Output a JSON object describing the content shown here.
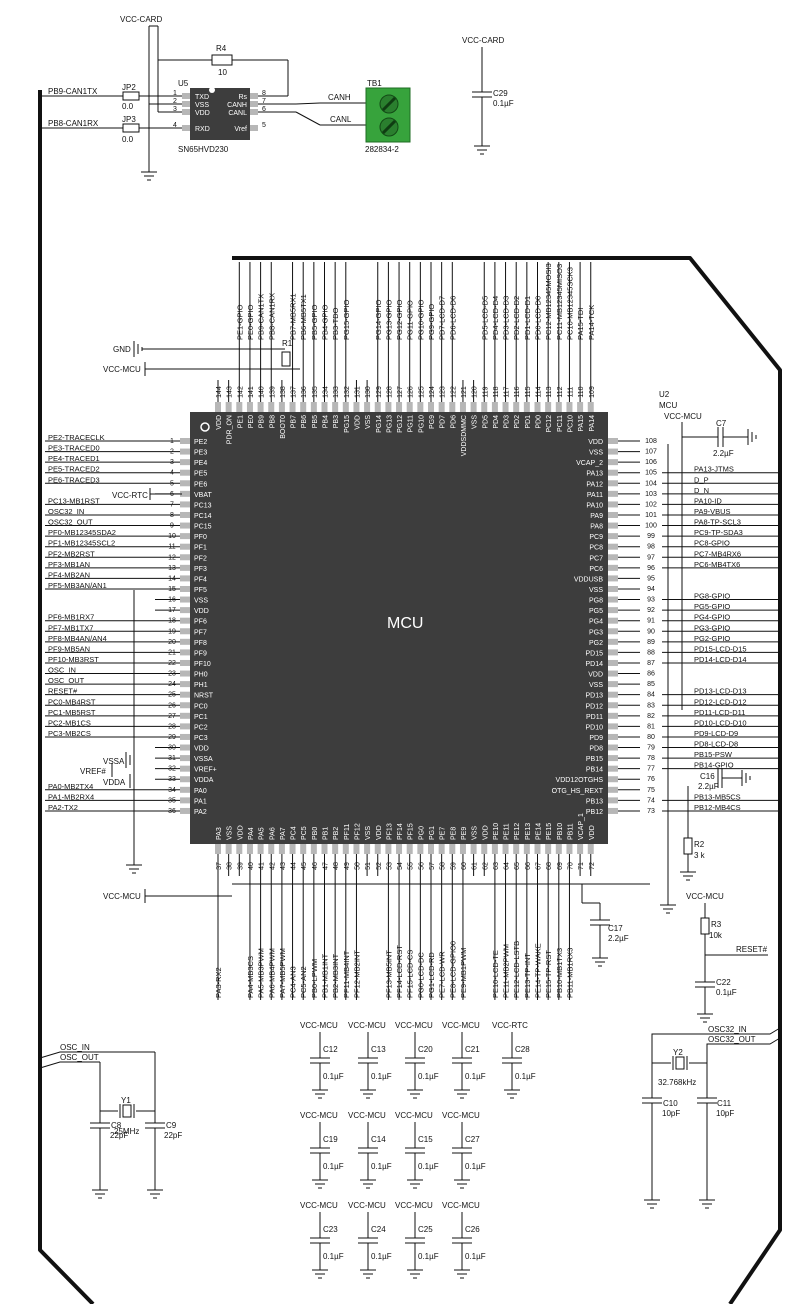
{
  "can": {
    "vcc_card": "VCC-CARD",
    "r4": {
      "name": "R4",
      "value": "10"
    },
    "u5": {
      "name": "U5",
      "part": "SN65HVD230",
      "left_pins": [
        {
          "num": "1",
          "name": "TXD"
        },
        {
          "num": "2",
          "name": "VSS"
        },
        {
          "num": "3",
          "name": "VDD"
        },
        {
          "num": "4",
          "name": "RXD"
        }
      ],
      "right_pins": [
        {
          "num": "8",
          "name": "Rs"
        },
        {
          "num": "7",
          "name": "CANH"
        },
        {
          "num": "6",
          "name": "CANL"
        },
        {
          "num": "5",
          "name": "Vref"
        }
      ]
    },
    "jp2": {
      "name": "JP2",
      "value": "0.0"
    },
    "jp3": {
      "name": "JP3",
      "value": "0.0"
    },
    "net_tx": "PB9-CAN1TX",
    "net_rx": "PB8-CAN1RX",
    "canh": "CANH",
    "canl": "CANL",
    "tb1": {
      "name": "TB1",
      "part": "282834-2"
    },
    "c29": {
      "supply": "VCC-CARD",
      "name": "C29",
      "value": "0.1µF"
    }
  },
  "mcu": {
    "label": "MCU",
    "supply": "VCC-MCU",
    "gnd": "GND",
    "vcc_rtc": "VCC-RTC",
    "vssa": "VSSA",
    "vref": "VREF#",
    "vdda": "VDDA",
    "r1": "R1",
    "u2": {
      "name": "U2",
      "type": "MCU",
      "supply": "VCC-MCU"
    },
    "c7": {
      "name": "C7",
      "value": "2.2µF"
    },
    "c16": {
      "name": "C16",
      "value": "2.2µF"
    },
    "c17": {
      "name": "C17",
      "value": "2.2µF"
    },
    "r2": {
      "name": "R2",
      "value": "3 k"
    },
    "r3": {
      "name": "R3",
      "value": "10k",
      "supply": "VCC-MCU"
    },
    "reset_net": "RESET#",
    "c22": {
      "name": "C22",
      "value": "0.1µF"
    },
    "left_pins": [
      {
        "num": "1",
        "name": "PE2",
        "net": "PE2-TRACECLK"
      },
      {
        "num": "2",
        "name": "PE3",
        "net": "PE3-TRACED0"
      },
      {
        "num": "3",
        "name": "PE4",
        "net": "PE4-TRACED1"
      },
      {
        "num": "4",
        "name": "PE5",
        "net": "PE5-TRACED2"
      },
      {
        "num": "5",
        "name": "PE6",
        "net": "PE6-TRACED3"
      },
      {
        "num": "6",
        "name": "VBAT",
        "net": ""
      },
      {
        "num": "7",
        "name": "PC13",
        "net": "PC13-MB1RST"
      },
      {
        "num": "8",
        "name": "PC14",
        "net": "OSC32_IN"
      },
      {
        "num": "9",
        "name": "PC15",
        "net": "OSC32_OUT"
      },
      {
        "num": "10",
        "name": "PF0",
        "net": "PF0-MB12345SDA2"
      },
      {
        "num": "11",
        "name": "PF1",
        "net": "PF1-MB12345SCL2"
      },
      {
        "num": "12",
        "name": "PF2",
        "net": "PF2-MB2RST"
      },
      {
        "num": "13",
        "name": "PF3",
        "net": "PF3-MB1AN"
      },
      {
        "num": "14",
        "name": "PF4",
        "net": "PF4-MB2AN"
      },
      {
        "num": "15",
        "name": "PF5",
        "net": "PF5-MB3AN/AN1"
      },
      {
        "num": "16",
        "name": "VSS",
        "net": ""
      },
      {
        "num": "17",
        "name": "VDD",
        "net": ""
      },
      {
        "num": "18",
        "name": "PF6",
        "net": "PF6-MB1RX7"
      },
      {
        "num": "19",
        "name": "PF7",
        "net": "PF7-MB1TX7"
      },
      {
        "num": "20",
        "name": "PF8",
        "net": "PF8-MB4AN/AN4"
      },
      {
        "num": "21",
        "name": "PF9",
        "net": "PF9-MB5AN"
      },
      {
        "num": "22",
        "name": "PF10",
        "net": "PF10-MB3RST"
      },
      {
        "num": "23",
        "name": "PH0",
        "net": "OSC_IN"
      },
      {
        "num": "24",
        "name": "PH1",
        "net": "OSC_OUT"
      },
      {
        "num": "25",
        "name": "NRST",
        "net": "RESET#"
      },
      {
        "num": "26",
        "name": "PC0",
        "net": "PC0-MB4RST"
      },
      {
        "num": "27",
        "name": "PC1",
        "net": "PC1-MB5RST"
      },
      {
        "num": "28",
        "name": "PC2",
        "net": "PC2-MB1CS"
      },
      {
        "num": "29",
        "name": "PC3",
        "net": "PC3-MB2CS"
      },
      {
        "num": "30",
        "name": "VDD",
        "net": ""
      },
      {
        "num": "31",
        "name": "VSSA",
        "net": ""
      },
      {
        "num": "32",
        "name": "VREF+",
        "net": ""
      },
      {
        "num": "33",
        "name": "VDDA",
        "net": ""
      },
      {
        "num": "34",
        "name": "PA0",
        "net": "PA0-MB2TX4"
      },
      {
        "num": "35",
        "name": "PA1",
        "net": "PA1-MB2RX4"
      },
      {
        "num": "36",
        "name": "PA2",
        "net": "PA2-TX2"
      }
    ],
    "right_pins": [
      {
        "num": "108",
        "name": "VDD",
        "net": ""
      },
      {
        "num": "107",
        "name": "VSS",
        "net": ""
      },
      {
        "num": "106",
        "name": "VCAP_2",
        "net": ""
      },
      {
        "num": "105",
        "name": "PA13",
        "net": "PA13-JTMS"
      },
      {
        "num": "104",
        "name": "PA12",
        "net": "D_P"
      },
      {
        "num": "103",
        "name": "PA11",
        "net": "D_N"
      },
      {
        "num": "102",
        "name": "PA10",
        "net": "PA10-ID"
      },
      {
        "num": "101",
        "name": "PA9",
        "net": "PA9-VBUS"
      },
      {
        "num": "100",
        "name": "PA8",
        "net": "PA8-TP-SCL3"
      },
      {
        "num": "99",
        "name": "PC9",
        "net": "PC9-TP-SDA3"
      },
      {
        "num": "98",
        "name": "PC8",
        "net": "PC8-GPIO"
      },
      {
        "num": "97",
        "name": "PC7",
        "net": "PC7-MB4RX6"
      },
      {
        "num": "96",
        "name": "PC6",
        "net": "PC6-MB4TX6"
      },
      {
        "num": "95",
        "name": "VDDUSB",
        "net": ""
      },
      {
        "num": "94",
        "name": "VSS",
        "net": ""
      },
      {
        "num": "93",
        "name": "PG8",
        "net": "PG8-GPIO"
      },
      {
        "num": "92",
        "name": "PG5",
        "net": "PG5-GPIO"
      },
      {
        "num": "91",
        "name": "PG4",
        "net": "PG4-GPIO"
      },
      {
        "num": "90",
        "name": "PG3",
        "net": "PG3-GPIO"
      },
      {
        "num": "89",
        "name": "PG2",
        "net": "PG2-GPIO"
      },
      {
        "num": "88",
        "name": "PD15",
        "net": "PD15-LCD-D15"
      },
      {
        "num": "87",
        "name": "PD14",
        "net": "PD14-LCD-D14"
      },
      {
        "num": "86",
        "name": "VDD",
        "net": ""
      },
      {
        "num": "85",
        "name": "VSS",
        "net": ""
      },
      {
        "num": "84",
        "name": "PD13",
        "net": "PD13-LCD-D13"
      },
      {
        "num": "83",
        "name": "PD12",
        "net": "PD12-LCD-D12"
      },
      {
        "num": "82",
        "name": "PD11",
        "net": "PD11-LCD-D11"
      },
      {
        "num": "81",
        "name": "PD10",
        "net": "PD10-LCD-D10"
      },
      {
        "num": "80",
        "name": "PD9",
        "net": "PD9-LCD-D9"
      },
      {
        "num": "79",
        "name": "PD8",
        "net": "PD8-LCD-D8"
      },
      {
        "num": "78",
        "name": "PB15",
        "net": "PB15-PSW"
      },
      {
        "num": "77",
        "name": "PB14",
        "net": "PB14-GPIO"
      },
      {
        "num": "76",
        "name": "VDD12OTGHS",
        "net": ""
      },
      {
        "num": "75",
        "name": "OTG_HS_REXT",
        "net": ""
      },
      {
        "num": "74",
        "name": "PB13",
        "net": "PB13-MB5CS"
      },
      {
        "num": "73",
        "name": "PB12",
        "net": "PB12-MB4CS"
      }
    ],
    "top_pins": [
      {
        "num": "144",
        "name": "VDD",
        "net": ""
      },
      {
        "num": "143",
        "name": "PDR_ON",
        "net": ""
      },
      {
        "num": "142",
        "name": "PE1",
        "net": "PE1-GPIO"
      },
      {
        "num": "141",
        "name": "PE0",
        "net": "PE0-GPIO"
      },
      {
        "num": "140",
        "name": "PB9",
        "net": "PB9-CAN1TX"
      },
      {
        "num": "139",
        "name": "PB8",
        "net": "PB8-CAN1RX"
      },
      {
        "num": "138",
        "name": "BOOT0",
        "net": ""
      },
      {
        "num": "137",
        "name": "PB7",
        "net": "PB7-MB5RX1"
      },
      {
        "num": "136",
        "name": "PB6",
        "net": "PB6-MB5TX1"
      },
      {
        "num": "135",
        "name": "PB5",
        "net": "PB5-GPIO"
      },
      {
        "num": "134",
        "name": "PB4",
        "net": "PB4-GPIO"
      },
      {
        "num": "133",
        "name": "PB3",
        "net": "PB3-TDO"
      },
      {
        "num": "132",
        "name": "PG15",
        "net": "PG15-GPIO"
      },
      {
        "num": "131",
        "name": "VDD",
        "net": ""
      },
      {
        "num": "130",
        "name": "VSS",
        "net": ""
      },
      {
        "num": "129",
        "name": "PG14",
        "net": "PG14-GPIO"
      },
      {
        "num": "128",
        "name": "PG13",
        "net": "PG13-GPIO"
      },
      {
        "num": "127",
        "name": "PG12",
        "net": "PG12-GPIO"
      },
      {
        "num": "126",
        "name": "PG11",
        "net": "PG11-GPIO"
      },
      {
        "num": "125",
        "name": "PG10",
        "net": "PG10-GPIO"
      },
      {
        "num": "124",
        "name": "PG9",
        "net": "PG9-GPIO"
      },
      {
        "num": "123",
        "name": "PD7",
        "net": "PD7-LCD-D7"
      },
      {
        "num": "122",
        "name": "PD6",
        "net": "PD6-LCD-D6"
      },
      {
        "num": "121",
        "name": "VDDSDMMC",
        "net": ""
      },
      {
        "num": "120",
        "name": "VSS",
        "net": ""
      },
      {
        "num": "119",
        "name": "PD5",
        "net": "PD5-LCD-D5"
      },
      {
        "num": "118",
        "name": "PD4",
        "net": "PD4-LCD-D4"
      },
      {
        "num": "117",
        "name": "PD3",
        "net": "PD3-LCD-D3"
      },
      {
        "num": "116",
        "name": "PD2",
        "net": "PD2-LCD-D2"
      },
      {
        "num": "115",
        "name": "PD1",
        "net": "PD1-LCD-D1"
      },
      {
        "num": "114",
        "name": "PD0",
        "net": "PD0-LCD-D0"
      },
      {
        "num": "113",
        "name": "PC12",
        "net": "PC12-MB12345MOSI3"
      },
      {
        "num": "112",
        "name": "PC11",
        "net": "PC11-MB12345MISO3"
      },
      {
        "num": "111",
        "name": "PC10",
        "net": "PC10-MB12345SCK3"
      },
      {
        "num": "110",
        "name": "PA15",
        "net": "PA15-TDI"
      },
      {
        "num": "109",
        "name": "PA14",
        "net": "PA14-TCK"
      }
    ],
    "bottom_pins": [
      {
        "num": "37",
        "name": "PA3",
        "net": "PA3-RX2"
      },
      {
        "num": "38",
        "name": "VSS",
        "net": ""
      },
      {
        "num": "39",
        "name": "VDD",
        "net": ""
      },
      {
        "num": "40",
        "name": "PA4",
        "net": "PA4-MB3CS"
      },
      {
        "num": "41",
        "name": "PA5",
        "net": "PA5-MB3PWM"
      },
      {
        "num": "42",
        "name": "PA6",
        "net": "PA6-MB4PWM"
      },
      {
        "num": "43",
        "name": "PA7",
        "net": "PA7-MB5PWM"
      },
      {
        "num": "44",
        "name": "PC4",
        "net": "PC4-AN3"
      },
      {
        "num": "45",
        "name": "PC5",
        "net": "PC5-AN2"
      },
      {
        "num": "46",
        "name": "PB0",
        "net": "PB0-LPWM"
      },
      {
        "num": "47",
        "name": "PB1",
        "net": "PB1-MB1INT"
      },
      {
        "num": "48",
        "name": "PB2",
        "net": "PB2-MB3INT"
      },
      {
        "num": "49",
        "name": "PF11",
        "net": "PF11-MB4INT"
      },
      {
        "num": "50",
        "name": "PF12",
        "net": "PF12-MB2INT"
      },
      {
        "num": "51",
        "name": "VSS",
        "net": ""
      },
      {
        "num": "52",
        "name": "VDD",
        "net": ""
      },
      {
        "num": "53",
        "name": "PF13",
        "net": "PF13-MB5INT"
      },
      {
        "num": "54",
        "name": "PF14",
        "net": "PF14-LCD-RST"
      },
      {
        "num": "55",
        "name": "PF15",
        "net": "PF15-LCD-CS"
      },
      {
        "num": "56",
        "name": "PG0",
        "net": "PG0-LCD-DC"
      },
      {
        "num": "57",
        "name": "PG1",
        "net": "PG1-LCD-RD"
      },
      {
        "num": "58",
        "name": "PE7",
        "net": "PE7-LCD-WR"
      },
      {
        "num": "59",
        "name": "PE8",
        "net": "PE8-LCD-GPIO0"
      },
      {
        "num": "60",
        "name": "PE9",
        "net": "PE9-MB1PWM"
      },
      {
        "num": "61",
        "name": "VSS",
        "net": ""
      },
      {
        "num": "62",
        "name": "VDD",
        "net": ""
      },
      {
        "num": "63",
        "name": "PE10",
        "net": "PE10-LCD-TE"
      },
      {
        "num": "64",
        "name": "PE11",
        "net": "PE11-MB2PWM"
      },
      {
        "num": "65",
        "name": "PE12",
        "net": "PE12-LCD-LSTB"
      },
      {
        "num": "66",
        "name": "PE13",
        "net": "PE13-TP-INT"
      },
      {
        "num": "67",
        "name": "PE14",
        "net": "PE14-TP-WAKE"
      },
      {
        "num": "68",
        "name": "PE15",
        "net": "PE15-TP-RST"
      },
      {
        "num": "69",
        "name": "PB10",
        "net": "PB10-MB1TX3"
      },
      {
        "num": "70",
        "name": "PB11",
        "net": "PB11-MB1RX3"
      },
      {
        "num": "71",
        "name": "VCAP_1",
        "net": ""
      },
      {
        "num": "72",
        "name": "VDD",
        "net": ""
      }
    ]
  },
  "oscillators": {
    "osc_in": "OSC_IN",
    "osc_out": "OSC_OUT",
    "y1": {
      "name": "Y1",
      "freq": "25MHz"
    },
    "c8": {
      "name": "C8",
      "value": "22pF"
    },
    "c9": {
      "name": "C9",
      "value": "22pF"
    },
    "osc32_in": "OSC32_IN",
    "osc32_out": "OSC32_OUT",
    "y2": {
      "name": "Y2",
      "freq": "32.768kHz"
    },
    "c10": {
      "name": "C10",
      "value": "10pF"
    },
    "c11": {
      "name": "C11",
      "value": "10pF"
    }
  },
  "decoupling": [
    {
      "supply": "VCC-MCU",
      "name": "C12",
      "value": "0.1µF"
    },
    {
      "supply": "VCC-MCU",
      "name": "C13",
      "value": "0.1µF"
    },
    {
      "supply": "VCC-MCU",
      "name": "C20",
      "value": "0.1µF"
    },
    {
      "supply": "VCC-MCU",
      "name": "C21",
      "value": "0.1µF"
    },
    {
      "supply": "VCC-RTC",
      "name": "C28",
      "value": "0.1µF"
    },
    {
      "supply": "VCC-MCU",
      "name": "C19",
      "value": "0.1µF"
    },
    {
      "supply": "VCC-MCU",
      "name": "C14",
      "value": "0.1µF"
    },
    {
      "supply": "VCC-MCU",
      "name": "C15",
      "value": "0.1µF"
    },
    {
      "supply": "VCC-MCU",
      "name": "C27",
      "value": "0.1µF"
    },
    {
      "supply": "VCC-MCU",
      "name": "C23",
      "value": "0.1µF"
    },
    {
      "supply": "VCC-MCU",
      "name": "C24",
      "value": "0.1µF"
    },
    {
      "supply": "VCC-MCU",
      "name": "C25",
      "value": "0.1µF"
    },
    {
      "supply": "VCC-MCU",
      "name": "C26",
      "value": "0.1µF"
    }
  ],
  "colors": {
    "chip_body": "#3d3d3d",
    "pin_pad": "#b7b7b7",
    "terminal_block": "#37a33c",
    "wire": "#111111"
  }
}
